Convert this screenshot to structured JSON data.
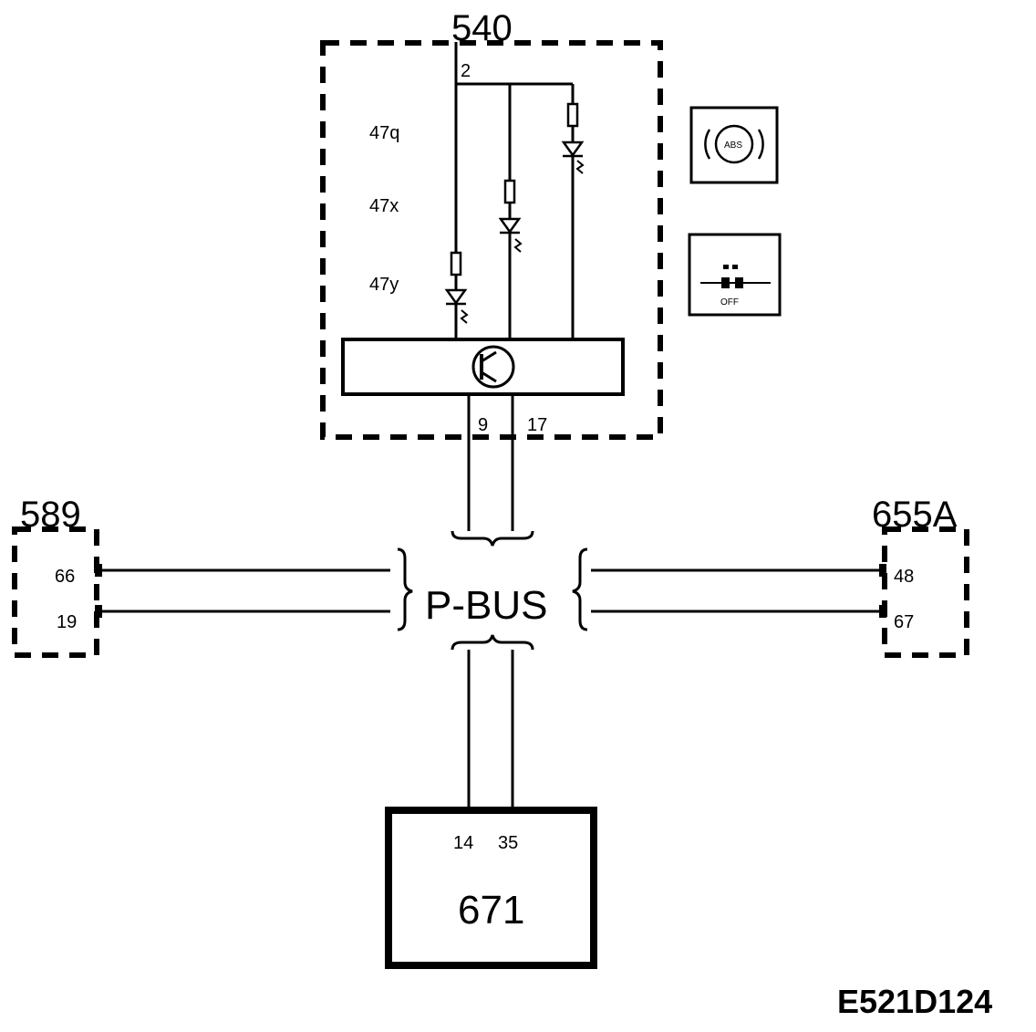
{
  "diagram": {
    "module_540": {
      "id": "540",
      "supply_pin": "2",
      "lamps": [
        {
          "code": "47q"
        },
        {
          "code": "47x"
        },
        {
          "code": "47y"
        }
      ],
      "bus_pins": [
        "9",
        "17"
      ]
    },
    "indicator_icons": [
      {
        "name": "abs-warning-icon",
        "text": "ABS"
      },
      {
        "name": "off-indicator-icon",
        "text": "OFF"
      }
    ],
    "module_589": {
      "id": "589",
      "pins": [
        "66",
        "19"
      ]
    },
    "module_655A": {
      "id": "655A",
      "pins": [
        "48",
        "67"
      ]
    },
    "bus": {
      "label": "P-BUS"
    },
    "module_671": {
      "id": "671",
      "pins": [
        "14",
        "35"
      ]
    },
    "reference": "E521D124"
  },
  "colors": {
    "ink": "#000000",
    "background": "#ffffff"
  }
}
